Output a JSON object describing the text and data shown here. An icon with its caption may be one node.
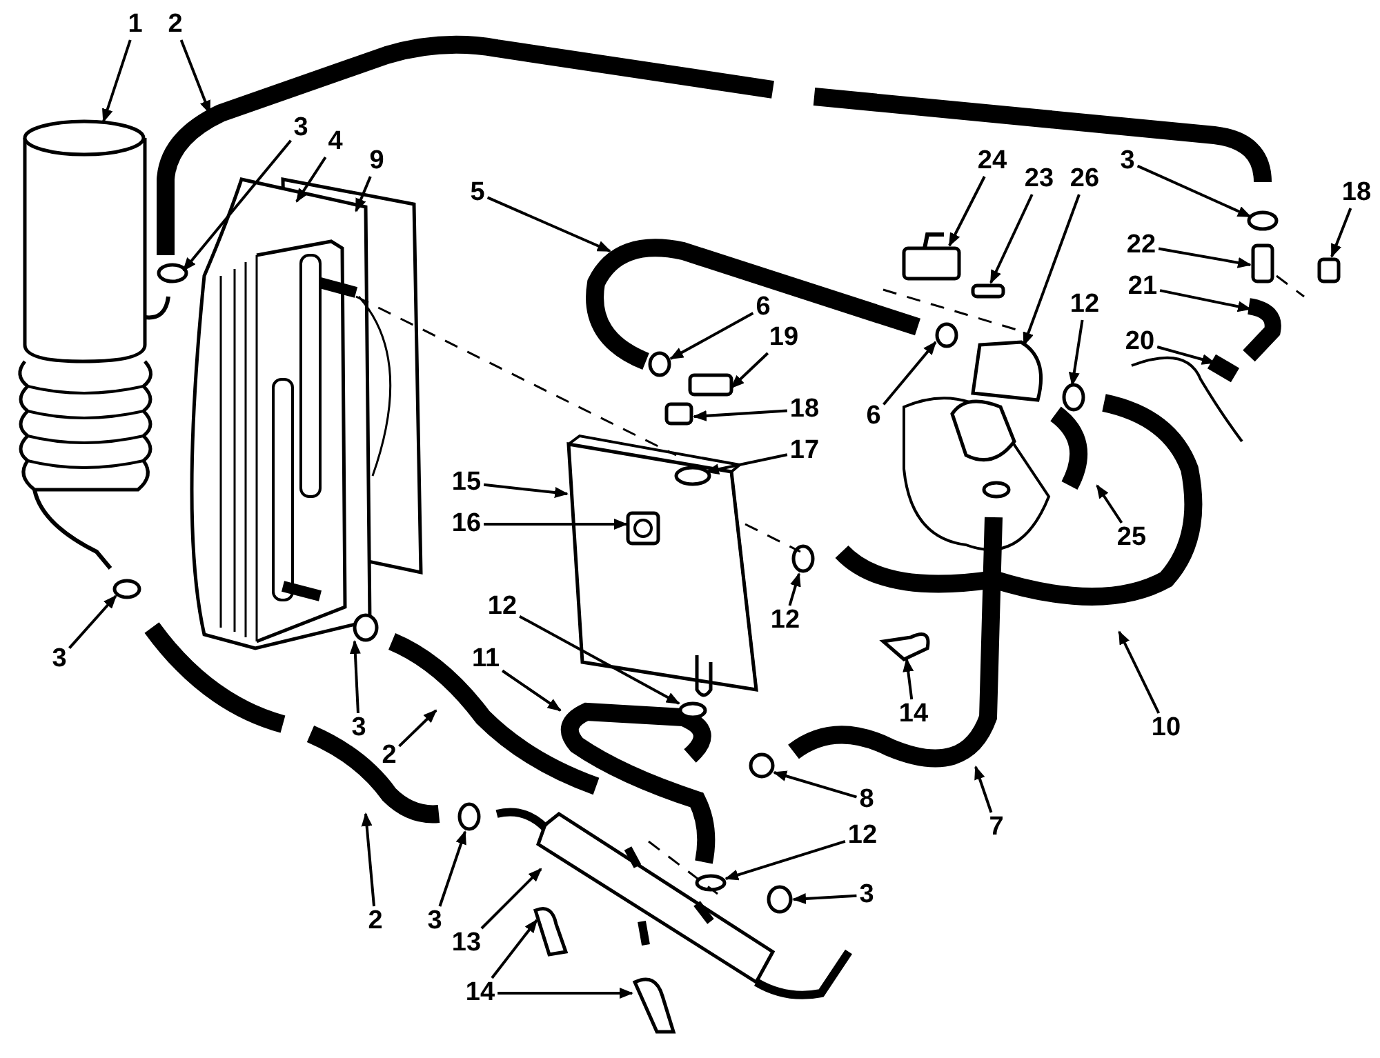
{
  "diagram": {
    "nodes": [
      {
        "text": [
          "1"
        ]
      },
      {
        "text": [
          "2"
        ]
      },
      {
        "text": [
          "3"
        ]
      },
      {
        "text": [
          "4"
        ]
      },
      {
        "text": [
          "9"
        ]
      },
      {
        "text": [
          "5"
        ]
      },
      {
        "text": [
          "24"
        ]
      },
      {
        "text": [
          "23"
        ]
      },
      {
        "text": [
          "26"
        ]
      },
      {
        "text": [
          "3"
        ]
      },
      {
        "text": [
          "18"
        ]
      },
      {
        "text": [
          "22"
        ]
      },
      {
        "text": [
          "21"
        ]
      },
      {
        "text": [
          "20"
        ]
      },
      {
        "text": [
          "12"
        ]
      },
      {
        "text": [
          "6"
        ]
      },
      {
        "text": [
          "19"
        ]
      },
      {
        "text": [
          "6"
        ]
      },
      {
        "text": [
          "18"
        ]
      },
      {
        "text": [
          "17"
        ]
      },
      {
        "text": [
          "15"
        ]
      },
      {
        "text": [
          "16"
        ]
      },
      {
        "text": [
          "12"
        ]
      },
      {
        "text": [
          "25"
        ]
      },
      {
        "text": [
          "3"
        ]
      },
      {
        "text": [
          "3"
        ]
      },
      {
        "text": [
          "2"
        ]
      },
      {
        "text": [
          "12"
        ]
      },
      {
        "text": [
          "11"
        ]
      },
      {
        "text": [
          "14"
        ]
      },
      {
        "text": [
          "10"
        ]
      },
      {
        "text": [
          "8"
        ]
      },
      {
        "text": [
          "7"
        ]
      },
      {
        "text": [
          "2"
        ]
      },
      {
        "text": [
          "3"
        ]
      },
      {
        "text": [
          "12"
        ]
      },
      {
        "text": [
          "3"
        ]
      },
      {
        "text": [
          "13"
        ]
      },
      {
        "text": [
          "14"
        ]
      }
    ],
    "edges": [
      {
        "from": 0,
        "to": null,
        "arrow": "to"
      },
      {
        "from": 1,
        "to": null,
        "arrow": "to"
      },
      {
        "from": 2,
        "to": null,
        "arrow": "to"
      },
      {
        "from": 3,
        "to": null,
        "arrow": "to"
      },
      {
        "from": 4,
        "to": null,
        "arrow": "to"
      },
      {
        "from": 5,
        "to": null,
        "arrow": "to"
      },
      {
        "from": 6,
        "to": null,
        "arrow": "to"
      },
      {
        "from": 7,
        "to": null,
        "arrow": "to"
      },
      {
        "from": 8,
        "to": null,
        "arrow": "to"
      },
      {
        "from": 9,
        "to": null,
        "arrow": "to"
      },
      {
        "from": 10,
        "to": null,
        "arrow": "to"
      },
      {
        "from": 11,
        "to": null,
        "arrow": "to"
      },
      {
        "from": 12,
        "to": null,
        "arrow": "to"
      },
      {
        "from": 13,
        "to": null,
        "arrow": "to"
      },
      {
        "from": 14,
        "to": null,
        "arrow": "to"
      },
      {
        "from": 15,
        "to": null,
        "arrow": "to"
      },
      {
        "from": 16,
        "to": null,
        "arrow": "to"
      },
      {
        "from": 17,
        "to": null,
        "arrow": "to"
      },
      {
        "from": 18,
        "to": null,
        "arrow": "to"
      },
      {
        "from": 19,
        "to": null,
        "arrow": "to"
      },
      {
        "from": 20,
        "to": null,
        "arrow": "to"
      },
      {
        "from": 21,
        "to": null,
        "arrow": "to"
      },
      {
        "from": 22,
        "to": null,
        "arrow": "to"
      },
      {
        "from": 23,
        "to": null,
        "arrow": "to"
      },
      {
        "from": 24,
        "to": null,
        "arrow": "to"
      },
      {
        "from": 25,
        "to": null,
        "arrow": "to"
      },
      {
        "from": 26,
        "to": null,
        "arrow": "to"
      },
      {
        "from": 27,
        "to": null,
        "arrow": "to"
      },
      {
        "from": 28,
        "to": null,
        "arrow": "to"
      },
      {
        "from": 29,
        "to": null,
        "arrow": "to"
      },
      {
        "from": 30,
        "to": null,
        "arrow": "to"
      },
      {
        "from": 31,
        "to": null,
        "arrow": "to"
      },
      {
        "from": 32,
        "to": null,
        "arrow": "to"
      },
      {
        "from": 33,
        "to": null,
        "arrow": "to"
      },
      {
        "from": 34,
        "to": null,
        "arrow": "to"
      },
      {
        "from": 35,
        "to": null,
        "arrow": "to"
      },
      {
        "from": 36,
        "to": null,
        "arrow": "to"
      },
      {
        "from": 37,
        "to": null,
        "arrow": "to"
      },
      {
        "from": 38,
        "to": null,
        "arrow": "to"
      },
      {
        "from": 38,
        "to": null,
        "arrow": "to"
      }
    ]
  }
}
